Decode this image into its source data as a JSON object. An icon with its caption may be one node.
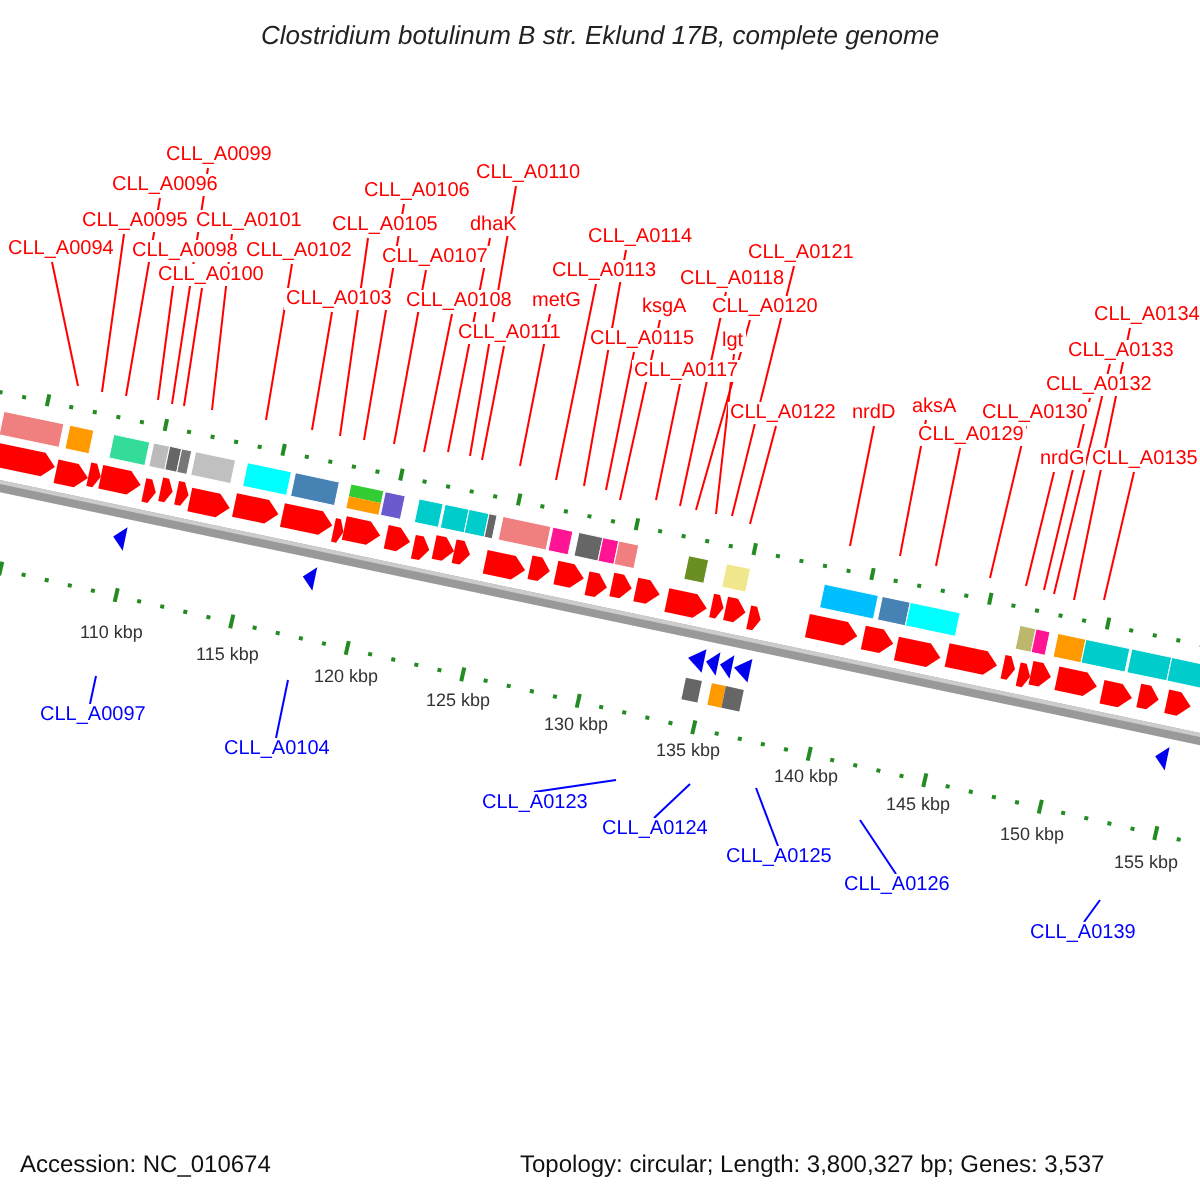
{
  "diagram": {
    "title": "Clostridium botulinum B str. Eklund 17B, complete genome",
    "nodes": [
      {
        "text": [
          "CLL_A0094"
        ]
      },
      {
        "text": [
          "CLL_A0095"
        ]
      },
      {
        "text": [
          "CLL_A0096"
        ]
      },
      {
        "text": [
          "CLL_A0098"
        ]
      },
      {
        "text": [
          "CLL_A0099"
        ]
      },
      {
        "text": [
          "CLL_A0100"
        ]
      },
      {
        "text": [
          "CLL_A0101"
        ]
      },
      {
        "text": [
          "CLL_A0102"
        ]
      },
      {
        "text": [
          "CLL_A0103"
        ]
      },
      {
        "text": [
          "CLL_A0105"
        ]
      },
      {
        "text": [
          "CLL_A0106"
        ]
      },
      {
        "text": [
          "CLL_A0107"
        ]
      },
      {
        "text": [
          "CLL_A0108"
        ]
      },
      {
        "text": [
          "dhaK"
        ]
      },
      {
        "text": [
          "CLL_A0110"
        ]
      },
      {
        "text": [
          "CLL_A0111"
        ]
      },
      {
        "text": [
          "metG"
        ]
      },
      {
        "text": [
          "CLL_A0113"
        ]
      },
      {
        "text": [
          "CLL_A0114"
        ]
      },
      {
        "text": [
          "CLL_A0115"
        ]
      },
      {
        "text": [
          "ksgA"
        ]
      },
      {
        "text": [
          "CLL_A0117"
        ]
      },
      {
        "text": [
          "CLL_A0118"
        ]
      },
      {
        "text": [
          "CLL_A0120"
        ]
      },
      {
        "text": [
          "lgt"
        ]
      },
      {
        "text": [
          "CLL_A0121"
        ]
      },
      {
        "text": [
          "CLL_A0122"
        ]
      },
      {
        "text": [
          "nrdD"
        ]
      },
      {
        "text": [
          "aksA"
        ]
      },
      {
        "text": [
          "CLL_A0129"
        ]
      },
      {
        "text": [
          "CLL_A0130"
        ]
      },
      {
        "text": [
          "nrdG"
        ]
      },
      {
        "text": [
          "CLL_A0132"
        ]
      },
      {
        "text": [
          "CLL_A0133"
        ]
      },
      {
        "text": [
          "CLL_A0134"
        ]
      },
      {
        "text": [
          "CLL_A0135"
        ]
      },
      {
        "text": [
          "CLL_A0097"
        ]
      },
      {
        "text": [
          "CLL_A0104"
        ]
      },
      {
        "text": [
          "CLL_A0123"
        ]
      },
      {
        "text": [
          "CLL_A0124"
        ]
      },
      {
        "text": [
          "CLL_A0125"
        ]
      },
      {
        "text": [
          "CLL_A0126"
        ]
      },
      {
        "text": [
          "CLL_A0139"
        ]
      }
    ],
    "edges": [
      {
        "from": 0,
        "to": null,
        "arrow": "none"
      },
      {
        "from": 1,
        "to": null,
        "arrow": "none"
      },
      {
        "from": 2,
        "to": null,
        "arrow": "none"
      },
      {
        "from": 3,
        "to": null,
        "arrow": "none"
      },
      {
        "from": 4,
        "to": null,
        "arrow": "none"
      },
      {
        "from": 5,
        "to": null,
        "arrow": "none"
      },
      {
        "from": 6,
        "to": null,
        "arrow": "none"
      },
      {
        "from": 7,
        "to": null,
        "arrow": "none"
      },
      {
        "from": 8,
        "to": null,
        "arrow": "none"
      },
      {
        "from": 9,
        "to": null,
        "arrow": "none"
      },
      {
        "from": 10,
        "to": null,
        "arrow": "none"
      },
      {
        "from": 11,
        "to": null,
        "arrow": "none"
      },
      {
        "from": 12,
        "to": null,
        "arrow": "none"
      },
      {
        "from": 13,
        "to": null,
        "arrow": "none"
      },
      {
        "from": 14,
        "to": null,
        "arrow": "none"
      },
      {
        "from": 15,
        "to": null,
        "arrow": "none"
      },
      {
        "from": 16,
        "to": null,
        "arrow": "none"
      },
      {
        "from": 17,
        "to": null,
        "arrow": "none"
      },
      {
        "from": 18,
        "to": null,
        "arrow": "none"
      },
      {
        "from": 19,
        "to": null,
        "arrow": "none"
      },
      {
        "from": 20,
        "to": null,
        "arrow": "none"
      },
      {
        "from": 21,
        "to": null,
        "arrow": "none"
      },
      {
        "from": 22,
        "to": null,
        "arrow": "none"
      },
      {
        "from": 23,
        "to": null,
        "arrow": "none"
      },
      {
        "from": 24,
        "to": null,
        "arrow": "none"
      },
      {
        "from": 25,
        "to": null,
        "arrow": "none"
      },
      {
        "from": 26,
        "to": null,
        "arrow": "none"
      },
      {
        "from": 27,
        "to": null,
        "arrow": "none"
      },
      {
        "from": 28,
        "to": null,
        "arrow": "none"
      },
      {
        "from": 29,
        "to": null,
        "arrow": "none"
      },
      {
        "from": 30,
        "to": null,
        "arrow": "none"
      },
      {
        "from": 31,
        "to": null,
        "arrow": "none"
      },
      {
        "from": 32,
        "to": null,
        "arrow": "none"
      },
      {
        "from": 33,
        "to": null,
        "arrow": "none"
      },
      {
        "from": 34,
        "to": null,
        "arrow": "none"
      },
      {
        "from": 35,
        "to": null,
        "arrow": "none"
      },
      {
        "from": 36,
        "to": null,
        "arrow": "none",
        "color": "#0000ff"
      },
      {
        "from": 37,
        "to": null,
        "arrow": "none",
        "color": "#0000ff"
      },
      {
        "from": 38,
        "to": null,
        "arrow": "none",
        "color": "#0000ff"
      },
      {
        "from": 39,
        "to": null,
        "arrow": "none",
        "color": "#0000ff"
      },
      {
        "from": 40,
        "to": null,
        "arrow": "none",
        "color": "#0000ff"
      },
      {
        "from": 41,
        "to": null,
        "arrow": "none",
        "color": "#0000ff"
      },
      {
        "from": 42,
        "to": null,
        "arrow": "none",
        "color": "#0000ff"
      }
    ],
    "labels": [
      "110 kbp",
      "115 kbp",
      "120 kbp",
      "125 kbp",
      "130 kbp",
      "135 kbp",
      "140 kbp",
      "145 kbp",
      "150 kbp",
      "155 kbp",
      "Accession: NC_010674",
      "Topology: circular; Length: 3,800,327 bp; Genes: 3,537"
    ]
  }
}
